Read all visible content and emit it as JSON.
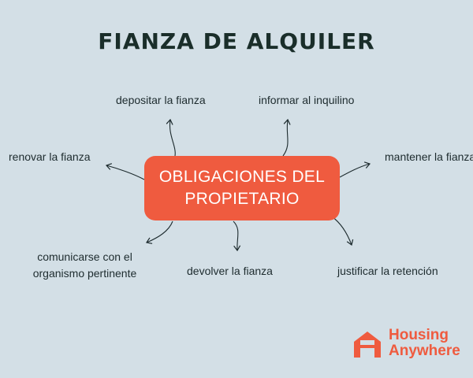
{
  "title": "FIANZA DE ALQUILER",
  "center": {
    "line1": "OBLIGACIONES DEL",
    "line2": "PROPIETARIO"
  },
  "branches": {
    "depositar": "depositar la fianza",
    "informar": "informar al inquilino",
    "renovar": "renovar la fianza",
    "mantener": "mantener la fianza",
    "comunicarse_1": "comunicarse con el",
    "comunicarse_2": "organismo pertinente",
    "devolver": "devolver la fianza",
    "justificar": "justificar la retención"
  },
  "brand": {
    "line1": "Housing",
    "line2": "Anywhere",
    "color": "#ef5b3f"
  },
  "colors": {
    "background": "#d3dfe6",
    "center_node": "#ef5b3f",
    "title": "#1a2e2a"
  }
}
